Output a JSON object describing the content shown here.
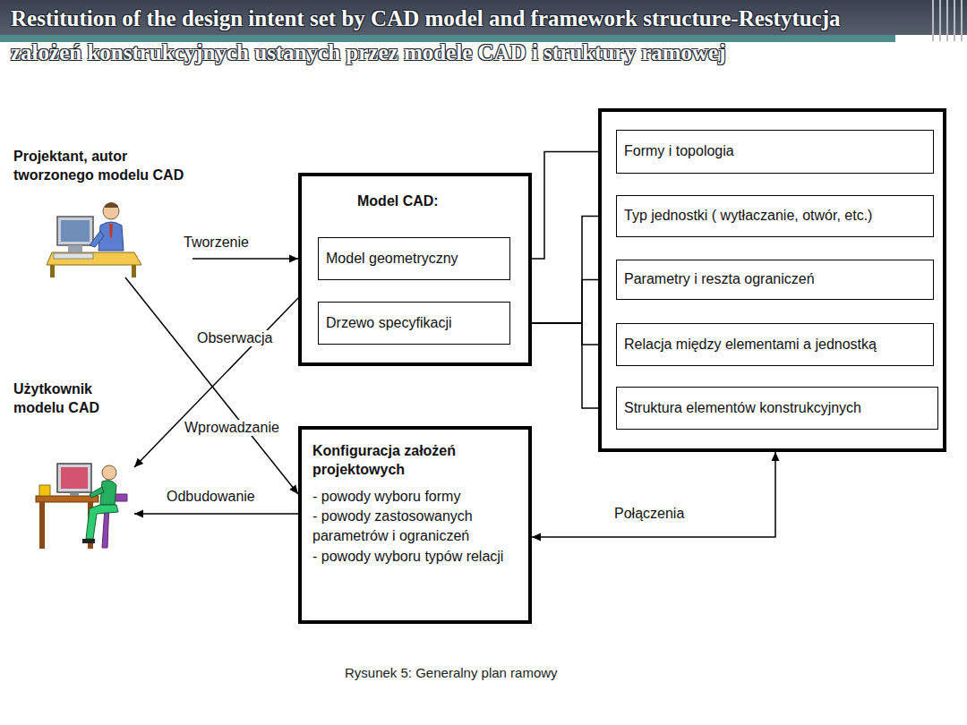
{
  "diagram": {
    "title": "Restitution of the design intent set by CAD model and framework structure-Restytucja założeń konstrukcyjnych ustanych przez modele CAD i struktury ramowej",
    "caption": "Rysunek 5: Generalny plan ramowy",
    "nodes": [
      {
        "text": [
          "Projektant, autor tworzonego modelu CAD"
        ]
      },
      {
        "text": [
          "Model CAD:"
        ]
      },
      {
        "text": [
          "Model geometryczny"
        ],
        "in": 1
      },
      {
        "text": [
          "Drzewo specyfikacji"
        ],
        "in": 1
      },
      {
        "text": []
      },
      {
        "text": [
          "Formy i topologia"
        ],
        "in": 4
      },
      {
        "text": [
          "Typ jednostki ( wytłaczanie, otwór, etc.)"
        ],
        "in": 4
      },
      {
        "text": [
          "Parametry i reszta ograniczeń"
        ],
        "in": 4
      },
      {
        "text": [
          "Relacja między elementami a jednostką"
        ],
        "in": 4
      },
      {
        "text": [
          "Struktura elementów konstrukcyjnych"
        ],
        "in": 4
      },
      {
        "text": [
          "Użytkownik modelu CAD"
        ]
      },
      {
        "text": [
          "Konfiguracja założeń projektowych",
          "- powody wyboru formy",
          "- powody zastosowanych parametrów i ograniczeń",
          "- powody wyboru typów relacji"
        ]
      }
    ],
    "edges": [
      {
        "from": 0,
        "to": 1,
        "label": "Tworzenie",
        "arrow": "to"
      },
      {
        "from": 2,
        "to": 5,
        "arrow": "to"
      },
      {
        "from": 3,
        "to": 6,
        "arrow": "to"
      },
      {
        "from": 3,
        "to": 7,
        "arrow": "to"
      },
      {
        "from": 3,
        "to": 8,
        "arrow": "to"
      },
      {
        "from": 3,
        "to": 9,
        "arrow": "to"
      },
      {
        "from": 1,
        "to": 10,
        "label": "Obserwacja",
        "arrow": "to"
      },
      {
        "from": 0,
        "to": 11,
        "label": "Wprowadzanie",
        "arrow": "to"
      },
      {
        "from": 11,
        "to": 10,
        "label": "Odbudowanie",
        "arrow": "to"
      },
      {
        "from": 11,
        "to": 4,
        "label": "Połączenia",
        "arrow": "both"
      }
    ]
  }
}
